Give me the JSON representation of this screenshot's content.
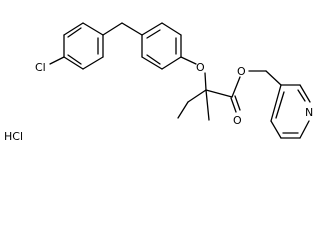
{
  "molecule": {
    "atom_labels": {
      "chlorine": "Cl",
      "ether_oxygen": "O",
      "ester_oxygen": "O",
      "carbonyl_oxygen": "O",
      "pyridine_nitrogen": "N"
    },
    "salt_label": "HCl"
  },
  "colors": {
    "bond": "#000000",
    "background": "#ffffff"
  }
}
